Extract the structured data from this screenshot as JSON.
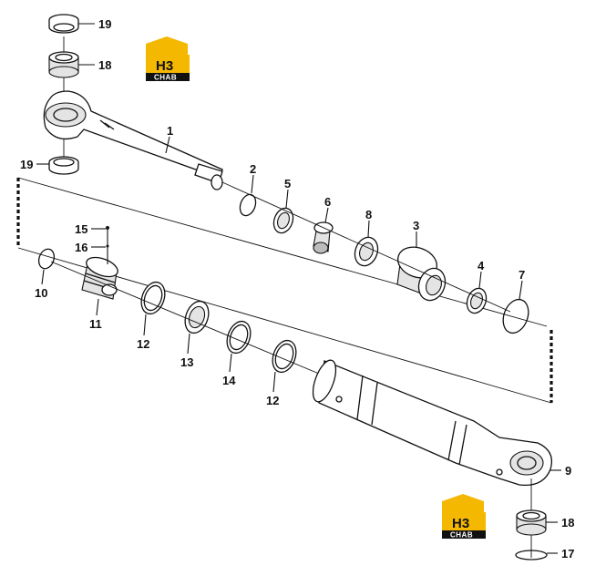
{
  "callouts": {
    "p1": "1",
    "p2": "2",
    "p3": "3",
    "p4": "4",
    "p5": "5",
    "p6": "6",
    "p7": "7",
    "p8": "8",
    "p9": "9",
    "p10": "10",
    "p11": "11",
    "p12a": "12",
    "p12b": "12",
    "p13": "13",
    "p14": "14",
    "p15": "15",
    "p16": "16",
    "p17": "17",
    "p18a": "18",
    "p18b": "18",
    "p19a": "19",
    "p19b": "19"
  },
  "logo": {
    "mark": "H3",
    "subtitle": "CHAB"
  },
  "colors": {
    "logo_yellow": "#f5b800",
    "logo_black": "#111111",
    "ink": "#111111"
  }
}
